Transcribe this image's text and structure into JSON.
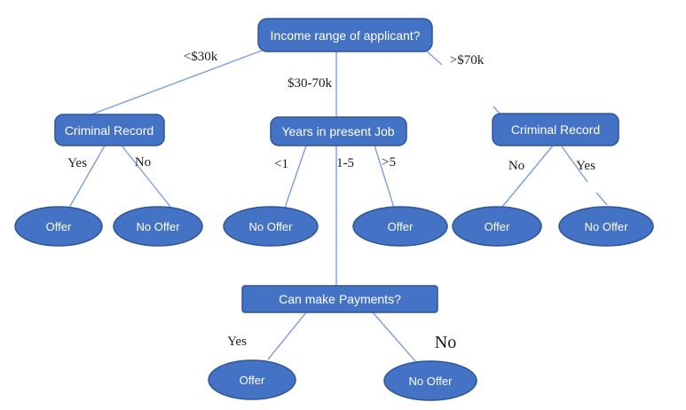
{
  "colors": {
    "node_fill": "#4472C4",
    "node_border": "#2F5597",
    "edge_color": "#7C9FDB",
    "node_text_color": "#FFFFFF",
    "branch_label_color": "#1A1A1A",
    "background": "#FFFFFF"
  },
  "tree": {
    "label": "Income range of applicant?",
    "children": [
      {
        "branch": "<$30k",
        "label": "Criminal Record",
        "children": [
          {
            "branch": "Yes",
            "label": "Offer"
          },
          {
            "branch": "No",
            "label": "No Offer"
          }
        ]
      },
      {
        "branch": "$30-70k",
        "label": "Years in present Job",
        "children": [
          {
            "branch": "<1",
            "label": "No Offer"
          },
          {
            "branch": "1-5",
            "label": "Can make Payments?",
            "children": [
              {
                "branch": "Yes",
                "label": "Offer"
              },
              {
                "branch": "No",
                "label": "No Offer"
              }
            ]
          },
          {
            "branch": ">5",
            "label": "Offer"
          }
        ]
      },
      {
        "branch": ">$70k",
        "label": "Criminal Record",
        "children": [
          {
            "branch": "No",
            "label": "Offer"
          },
          {
            "branch": "Yes",
            "label": "No Offer"
          }
        ]
      }
    ]
  }
}
